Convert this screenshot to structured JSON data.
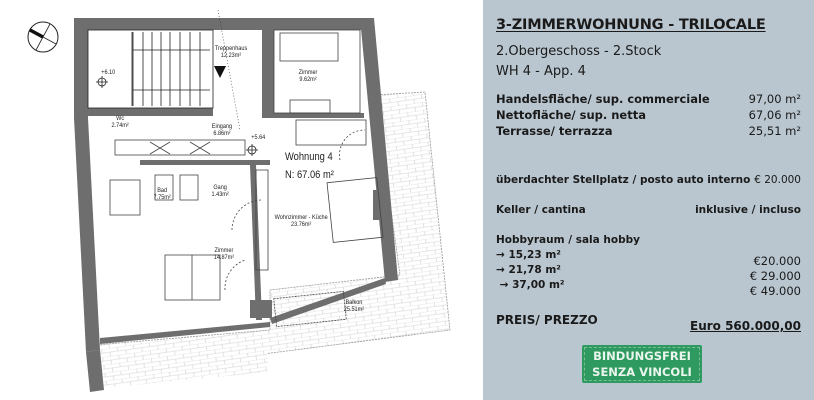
{
  "listing": {
    "title": "3-ZIMMERWOHNUNG - TRILOCALE",
    "floor": "2.Obergeschoss - 2.Stock",
    "unit": "WH 4 - App. 4",
    "areas": [
      {
        "label": "Handelsfläche/ sup. commerciale",
        "value": "97,00 m²"
      },
      {
        "label": "Nettofläche/ sup. netta",
        "value": "67,06 m²"
      },
      {
        "label": "Terrasse/ terrazza",
        "value": "25,51 m²"
      }
    ],
    "parking": {
      "label": "überdachter Stellplatz / posto auto interno",
      "value": "€ 20.000"
    },
    "cellar": {
      "label": "Keller / cantina",
      "value": "inklusive / incluso"
    },
    "hobby": {
      "label": "Hobbyraum / sala hobby",
      "options": [
        {
          "size": "→ 15,23 m²",
          "price": "€20.000"
        },
        {
          "size": "→ 21,78 m²",
          "price": "€ 29.000"
        },
        {
          "size": " → 37,00 m²",
          "price": "€ 49.000"
        }
      ]
    },
    "price": {
      "label": "PREIS/ PREZZO",
      "value": "Euro 560.000,00"
    },
    "stamp": {
      "line1": "BINDUNGSFREI",
      "line2": "SENZA VINCOLI",
      "color": "#2f9a5f"
    }
  },
  "floorplan": {
    "apartment_name": "Wohnung 4",
    "net_area": "N: 67.06 m²",
    "level_marks": [
      "+6.10",
      "+5.64"
    ],
    "rooms": [
      {
        "name": "Treppenhaus",
        "area": "12.23m²"
      },
      {
        "name": "Zimmer",
        "area": "9.62m²"
      },
      {
        "name": "Eingang",
        "area": "6.86m²"
      },
      {
        "name": "Wc",
        "area": "2.74m²"
      },
      {
        "name": "Bad",
        "area": "7.75m²"
      },
      {
        "name": "Gang",
        "area": "1.43m²"
      },
      {
        "name": "Wohnzimmer - Küche",
        "area": "23.76m²"
      },
      {
        "name": "Zimmer",
        "area": "14.87m²"
      },
      {
        "name": "Balkon",
        "area": "25.51m²"
      }
    ]
  },
  "colors": {
    "panel_bg": "#b9c6cf",
    "wall": "#6e6e6e",
    "stamp_green": "#2f9a5f"
  }
}
